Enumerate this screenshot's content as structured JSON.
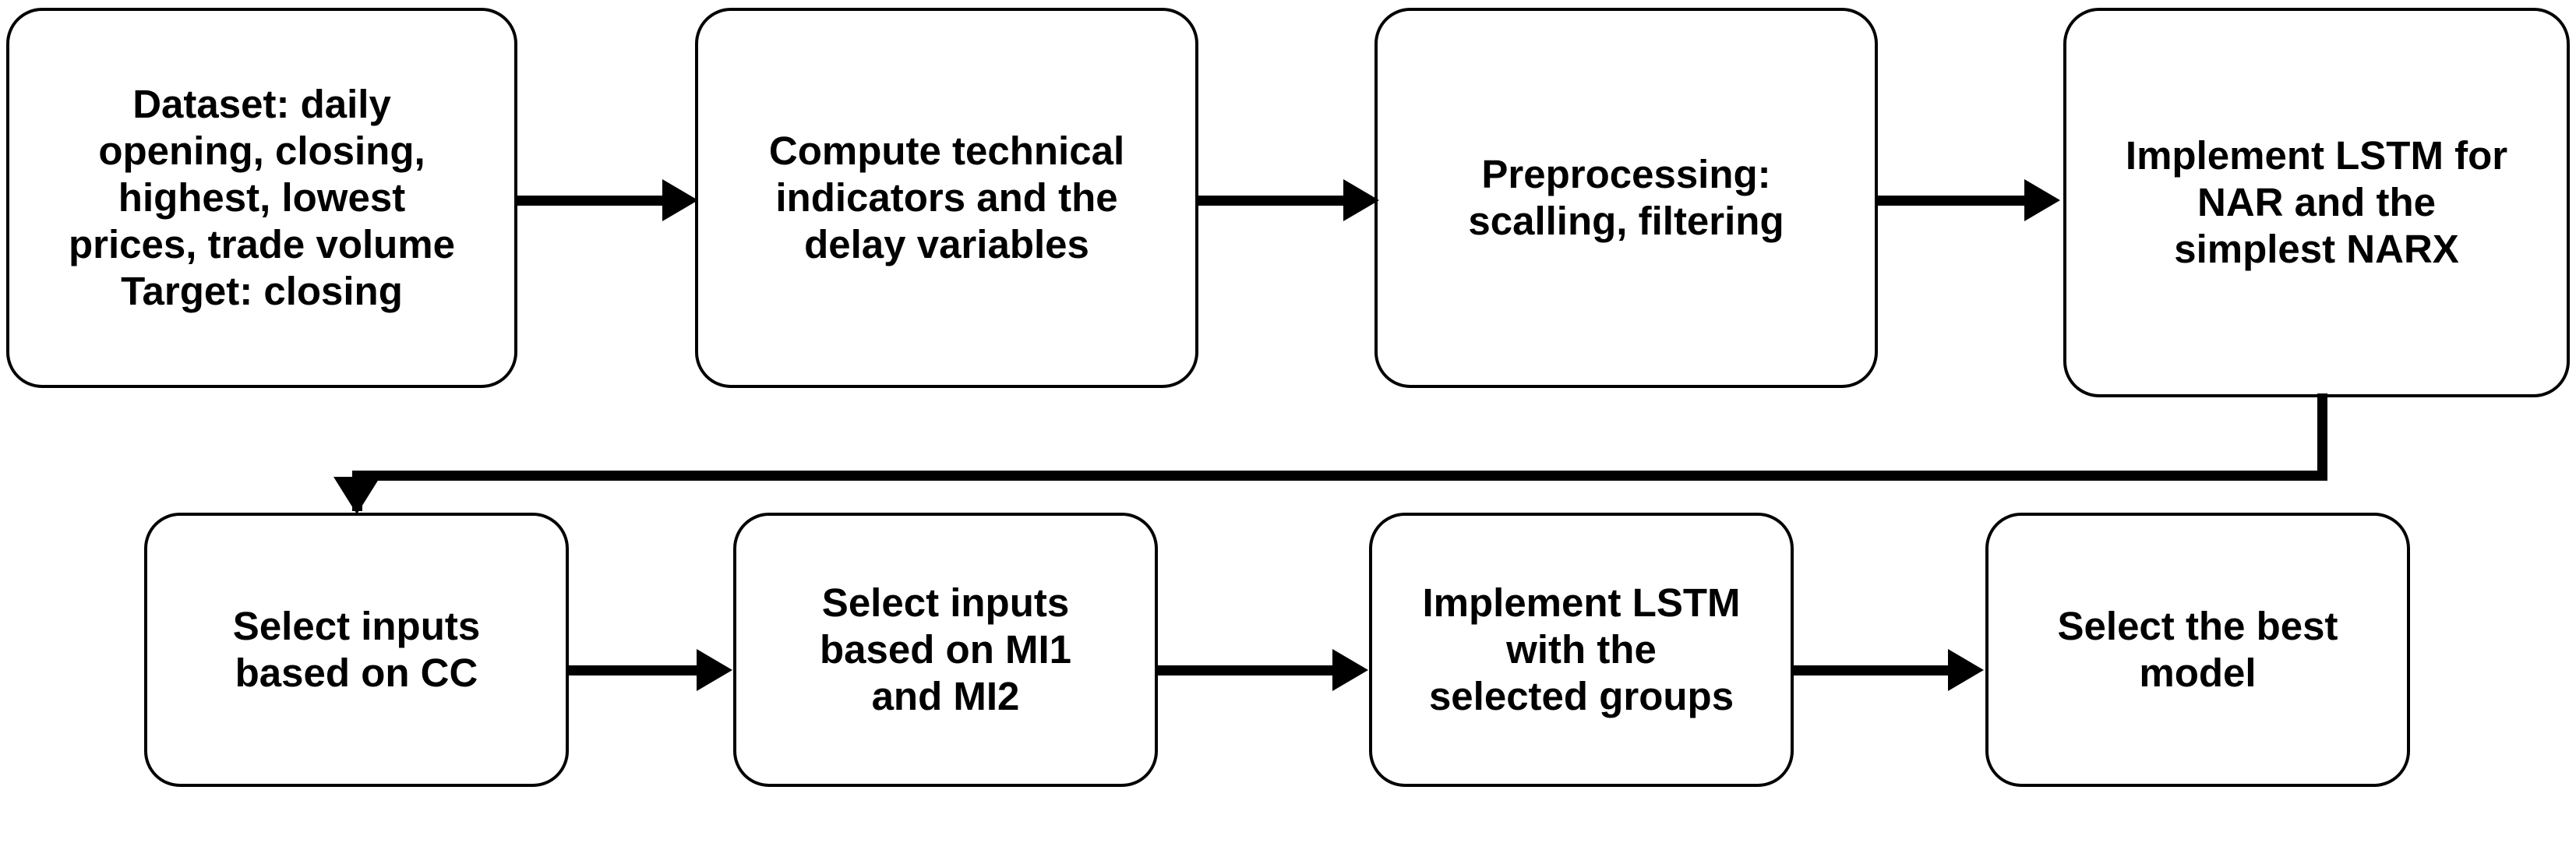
{
  "diagram": {
    "title": "LSTM stock forecasting methodology flowchart",
    "colors": {
      "stroke": "#000000",
      "fill": "#ffffff",
      "text": "#000000"
    },
    "nodes": [
      {
        "id": "dataset",
        "label": "Dataset: daily\nopening, closing,\nhighest, lowest\nprices, trade volume\nTarget: closing"
      },
      {
        "id": "indicators",
        "label": "Compute technical\nindicators and the\ndelay variables"
      },
      {
        "id": "preprocess",
        "label": "Preprocessing:\nscalling, filtering"
      },
      {
        "id": "lstm-nar",
        "label": "Implement LSTM for\nNAR and the\nsimplest NARX"
      },
      {
        "id": "cc",
        "label": "Select inputs\nbased on CC"
      },
      {
        "id": "mi",
        "label": "Select inputs\nbased on MI1\nand MI2"
      },
      {
        "id": "lstm-groups",
        "label": "Implement LSTM\nwith the\nselected groups"
      },
      {
        "id": "best",
        "label": "Select the best\nmodel"
      }
    ],
    "connectors": [
      {
        "id": "dataset-to-indicators",
        "from": "dataset",
        "to": "indicators",
        "kind": "arrow-right"
      },
      {
        "id": "indicators-to-preprocess",
        "from": "indicators",
        "to": "preprocess",
        "kind": "arrow-right"
      },
      {
        "id": "preprocess-to-lstm-nar",
        "from": "preprocess",
        "to": "lstm-nar",
        "kind": "arrow-right"
      },
      {
        "id": "lstm-nar-to-cc",
        "from": "lstm-nar",
        "to": "cc",
        "kind": "elbow-down-left"
      },
      {
        "id": "cc-to-mi",
        "from": "cc",
        "to": "mi",
        "kind": "arrow-right"
      },
      {
        "id": "mi-to-lstm-groups",
        "from": "mi",
        "to": "lstm-groups",
        "kind": "arrow-right"
      },
      {
        "id": "lstm-groups-to-best",
        "from": "lstm-groups",
        "to": "best",
        "kind": "arrow-right"
      }
    ]
  }
}
